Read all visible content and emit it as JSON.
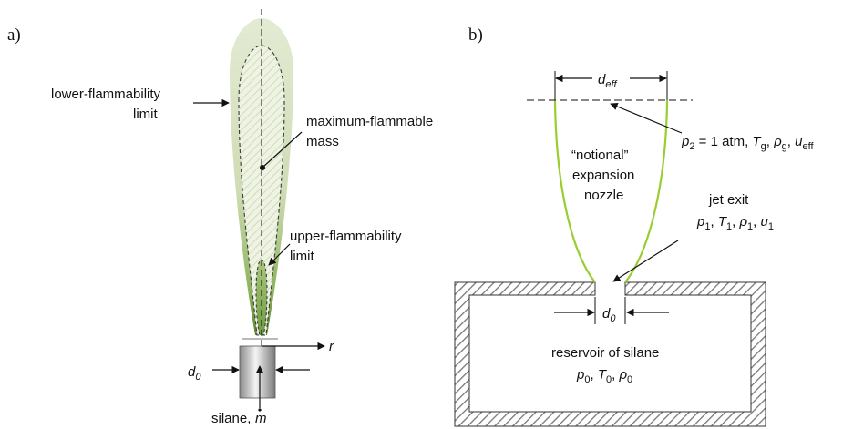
{
  "panel_a": {
    "label": "a)",
    "lower_limit": [
      "lower-flammability",
      "limit"
    ],
    "max_mass": [
      "maximum-flammable",
      "mass"
    ],
    "upper_limit": [
      "upper-flammability",
      "limit"
    ],
    "d0": {
      "sym": "d",
      "sub": "0"
    },
    "r": "r",
    "silane": "silane,",
    "mdot": "m"
  },
  "panel_b": {
    "label": "b)",
    "d_eff": {
      "sym": "d",
      "sub": "eff"
    },
    "p2_line": "p2 = 1 atm, Tg, ρg, ueff",
    "notional": [
      "“notional”",
      "expansion",
      "nozzle"
    ],
    "jet_exit": "jet exit",
    "exit_line": "p1, T1, ρ1, u1",
    "d0": {
      "sym": "d",
      "sub": "0"
    },
    "reservoir": "reservoir of silane",
    "res_line": "p0, T0, ρ0"
  },
  "colors": {
    "flame_outer": "#dfe8cd",
    "flame_dark": "#6e9a3e",
    "nozzle_curve": "#9acd32",
    "hatch": "#777777"
  }
}
